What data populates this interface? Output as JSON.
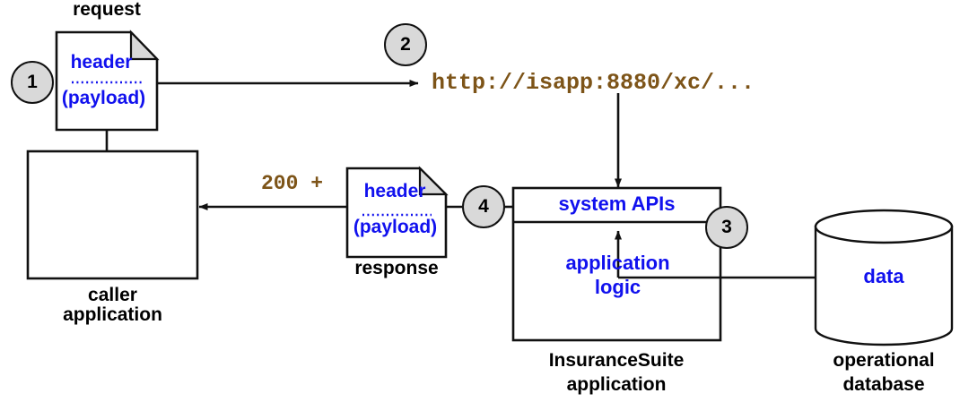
{
  "diagram": {
    "title": "InsuranceSuite system API request flow",
    "colors": {
      "text_black": "#000000",
      "text_blue": "#1111ee",
      "text_brown": "#7d5418",
      "circle_fill": "#d9d9d9",
      "stroke": "#111111",
      "fold_fill": "#d9d9d9",
      "background": "#ffffff"
    },
    "steps": [
      {
        "id": "step-1",
        "label": "1"
      },
      {
        "id": "step-2",
        "label": "2"
      },
      {
        "id": "step-3",
        "label": "3"
      },
      {
        "id": "step-4",
        "label": "4"
      }
    ],
    "request_doc": {
      "caption": "request",
      "header": "header",
      "payload": "(payload)"
    },
    "response_doc": {
      "caption": "response",
      "header": "header",
      "payload": "(payload)"
    },
    "url": "http://isapp:8880/xc/...",
    "status": "200 +",
    "caller": {
      "line1": "caller",
      "line2": "application"
    },
    "insurance_suite": {
      "band_label": "system APIs",
      "inner_label_line1": "application",
      "inner_label_line2": "logic",
      "caption_line1": "InsuranceSuite",
      "caption_line2": "application"
    },
    "database": {
      "label": "data",
      "caption_line1": "operational",
      "caption_line2": "database"
    }
  }
}
